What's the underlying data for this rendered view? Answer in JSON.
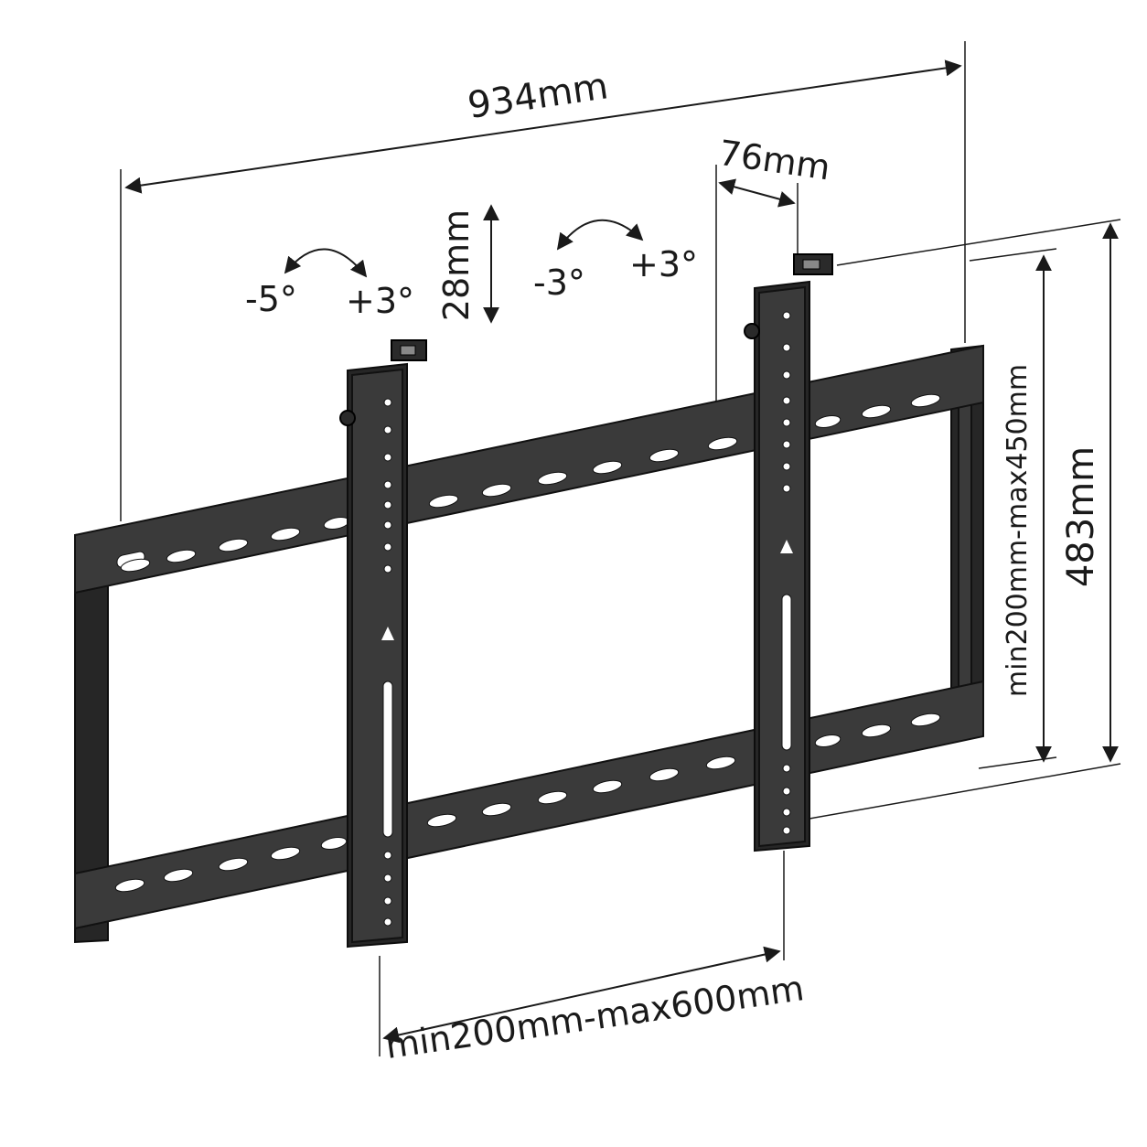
{
  "dimensions": {
    "overall_width": "934mm",
    "bracket_offset": "76mm",
    "vertical_adjust": "28mm",
    "overall_height": "483mm",
    "vertical_spacing": "min200mm-max450mm",
    "horizontal_spacing": "min200mm-max600mm"
  },
  "tilt_left": {
    "minus": "-5°",
    "plus": "+3°"
  },
  "tilt_right": {
    "minus": "-3°",
    "plus": "+3°"
  },
  "colors": {
    "steel": "#3a3a3a",
    "line": "#1a1a1a"
  }
}
